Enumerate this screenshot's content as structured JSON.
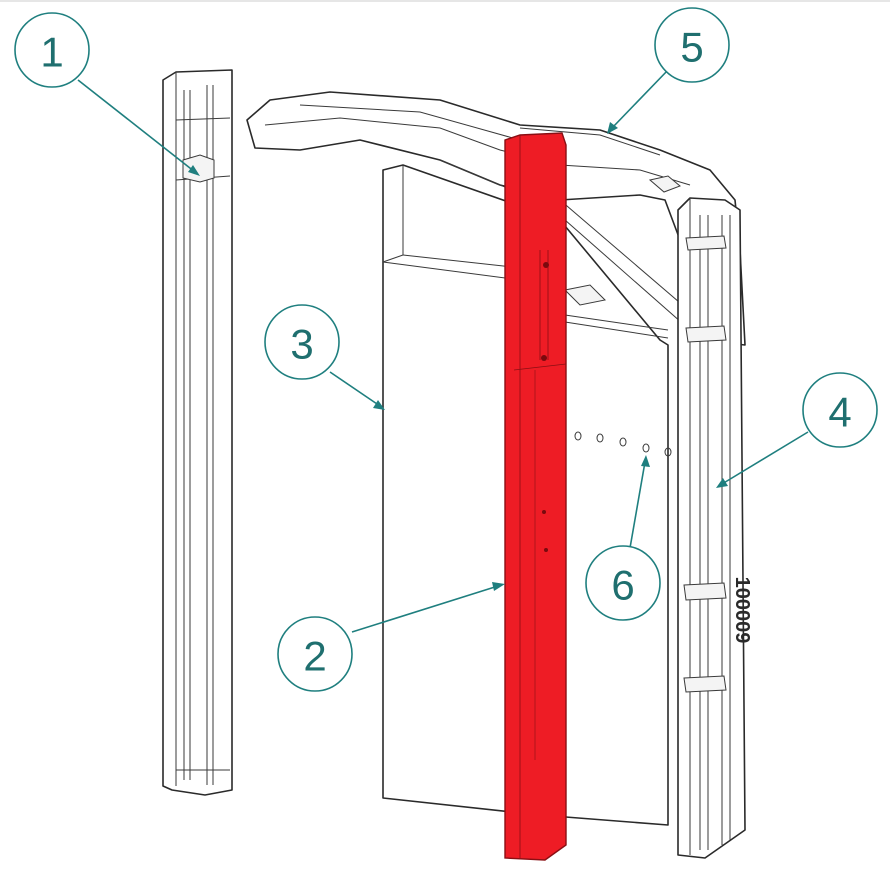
{
  "colors": {
    "highlight": "#ee1c25",
    "callout": "#1f7f7f",
    "outline": "#2a2a2a"
  },
  "callouts": [
    {
      "id": "1",
      "label": "1"
    },
    {
      "id": "2",
      "label": "2"
    },
    {
      "id": "3",
      "label": "3"
    },
    {
      "id": "4",
      "label": "4"
    },
    {
      "id": "5",
      "label": "5"
    },
    {
      "id": "6",
      "label": "6"
    }
  ],
  "side_panel_text": "100009",
  "highlighted_part": "2"
}
